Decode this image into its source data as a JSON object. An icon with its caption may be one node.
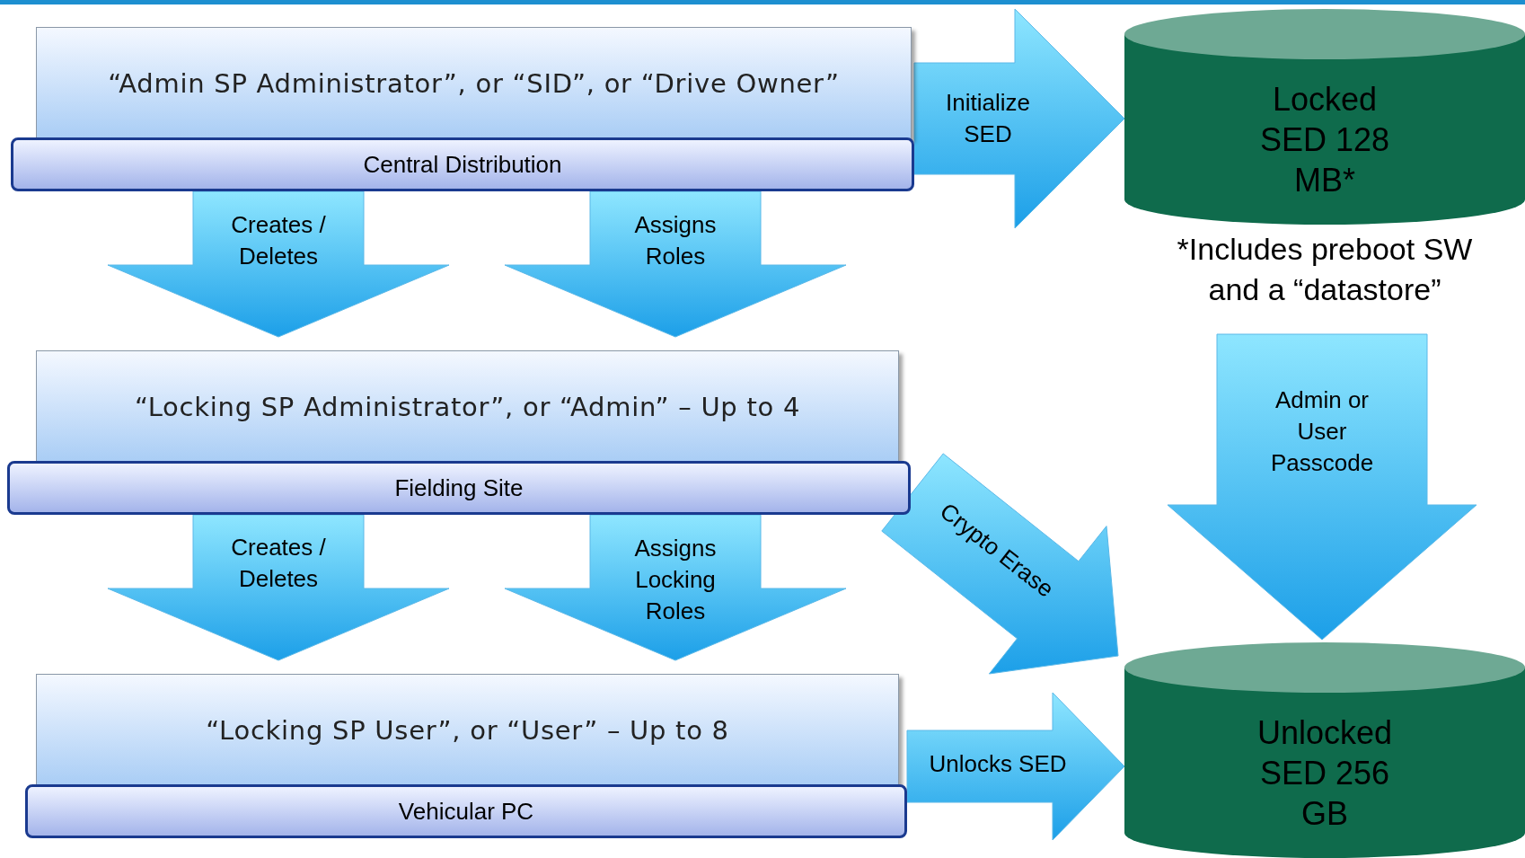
{
  "diagram": {
    "nodes": [
      {
        "text": [
          "“Admin SP Administrator”, or “SID”, or “Drive Owner”",
          "Central Distribution"
        ]
      },
      {
        "text": [
          "“Locking SP Administrator”, or “Admin” – Up to 4",
          "Fielding Site"
        ]
      },
      {
        "text": [
          "“Locking SP User”, or “User” – Up to 8",
          "Vehicular PC"
        ]
      },
      {
        "text": [
          "Locked SED 128 MB*"
        ],
        "beside": [
          "*Includes preboot SW and a “datastore”"
        ]
      },
      {
        "text": [
          "Unlocked SED 256 GB"
        ]
      }
    ],
    "edges": [
      {
        "from": 0,
        "to": 1,
        "arrow": "to",
        "label": "Creates / Deletes"
      },
      {
        "from": 0,
        "to": 1,
        "arrow": "to",
        "label": "Assigns Roles"
      },
      {
        "from": 1,
        "to": 2,
        "arrow": "to",
        "label": "Creates / Deletes"
      },
      {
        "from": 1,
        "to": 2,
        "arrow": "to",
        "label": "Assigns Locking Roles"
      },
      {
        "from": 0,
        "to": 3,
        "arrow": "to",
        "label": "Initialize SED"
      },
      {
        "from": 3,
        "to": 4,
        "arrow": "to",
        "label": "Admin or User Passcode"
      },
      {
        "from": 1,
        "to": 4,
        "arrow": "to",
        "label": "Crypto Erase"
      },
      {
        "from": 2,
        "to": 4,
        "arrow": "to",
        "label": "Unlocks SED"
      }
    ]
  }
}
